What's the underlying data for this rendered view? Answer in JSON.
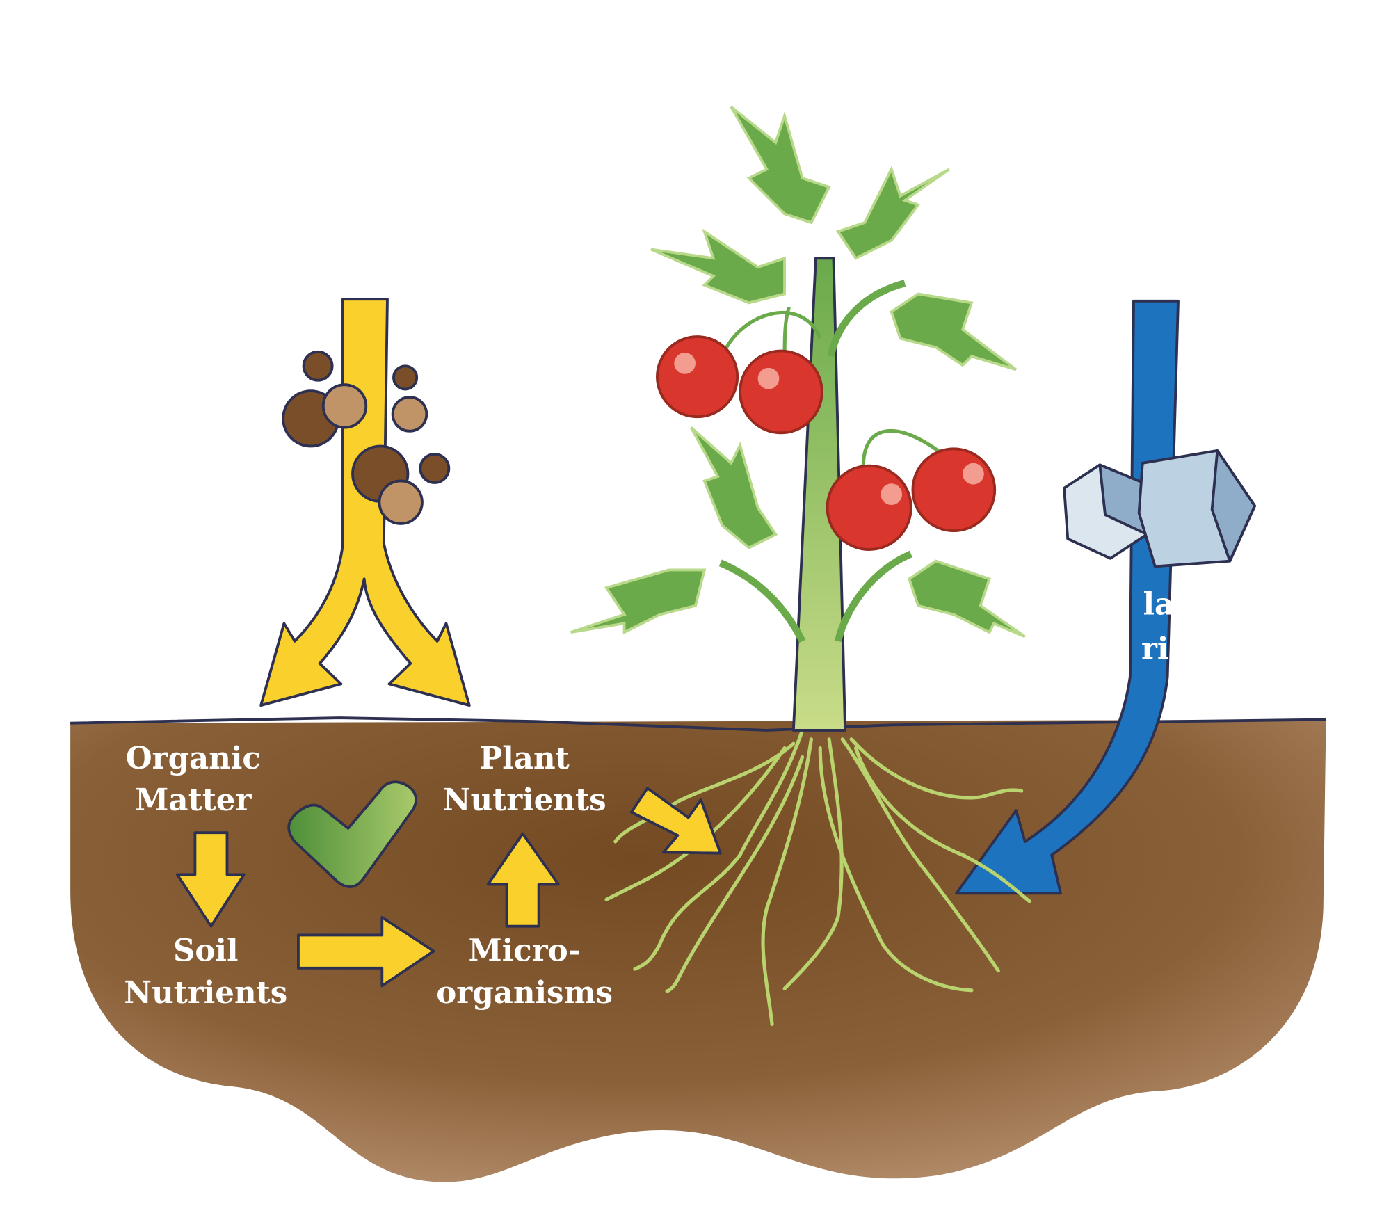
{
  "labels": {
    "organic_matter": [
      "Organic",
      "Matter"
    ],
    "soil_nutrients": [
      "Soil",
      "Nutrients"
    ],
    "plant_nutrients": [
      "Plant",
      "Nutrients"
    ],
    "microorganisms": [
      "Micro-",
      "organisms"
    ],
    "blue_arrow_fragments": [
      "la",
      "ri"
    ]
  },
  "colors": {
    "soil": "#7a4e28",
    "soil_edge": "#b8926c",
    "yellow_arrow": "#f9d02c",
    "blue_arrow": "#1e73be",
    "check": "#6aa14a",
    "tomato": "#d9362d",
    "root": "#b9d36e",
    "outline": "#2d3050"
  }
}
